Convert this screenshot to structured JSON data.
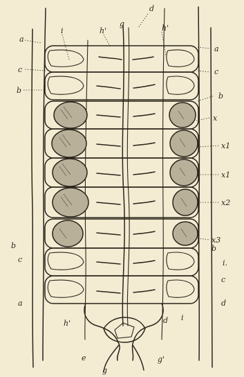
{
  "figure": {
    "labels": {
      "a_top_left": "a",
      "i_top": "i",
      "hp_top_left": "h'",
      "g_top": "g",
      "d_top": "d",
      "hp_top_right": "h'",
      "a_top_right": "a",
      "c_left": "c",
      "c_right": "c",
      "b_left_upper": "b",
      "b_right_upper": "b",
      "x_1": "x",
      "x_2": "x1",
      "x_3": "x1",
      "x_4": "x2",
      "x_5": "x3",
      "b_left_lower": "b",
      "b_right_lower": "b",
      "c_left_lower": "c",
      "i_right_lower": "i.",
      "c_right_lower": "c",
      "a_left_lower": "a",
      "d_right_lower": "d",
      "i_bottom_right": "i",
      "hp_bottom": "h'",
      "d_bottom": "d",
      "e_bottom": "e",
      "gp_bottom": "g'",
      "g_bottom": "g"
    }
  }
}
